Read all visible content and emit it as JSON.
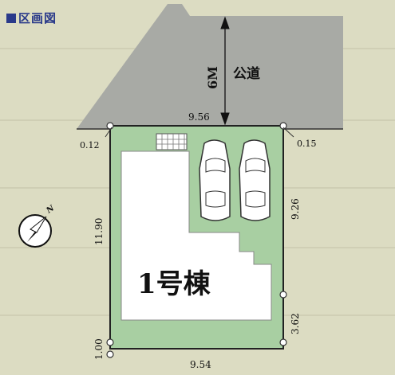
{
  "title": "区画図",
  "road": {
    "width_label": "6M",
    "label": "公道"
  },
  "lot": {
    "building_label": "1号棟",
    "dim_top": "9.56",
    "dim_bottom": "9.54",
    "dim_left": "11.90",
    "dim_left_small": "1.00",
    "dim_right_upper": "9.26",
    "dim_right_lower": "3.62",
    "offset_left": "0.12",
    "offset_right": "0.15"
  },
  "colors": {
    "background": "#dcdcc2",
    "road": "#a8aaa5",
    "lot_green": "#a8cfa2",
    "building": "#ffffff",
    "title": "#2a3a8a"
  },
  "icons": {
    "compass": "north-arrow-icon",
    "car": "car-icon",
    "grid": "bicycle-parking-icon"
  }
}
